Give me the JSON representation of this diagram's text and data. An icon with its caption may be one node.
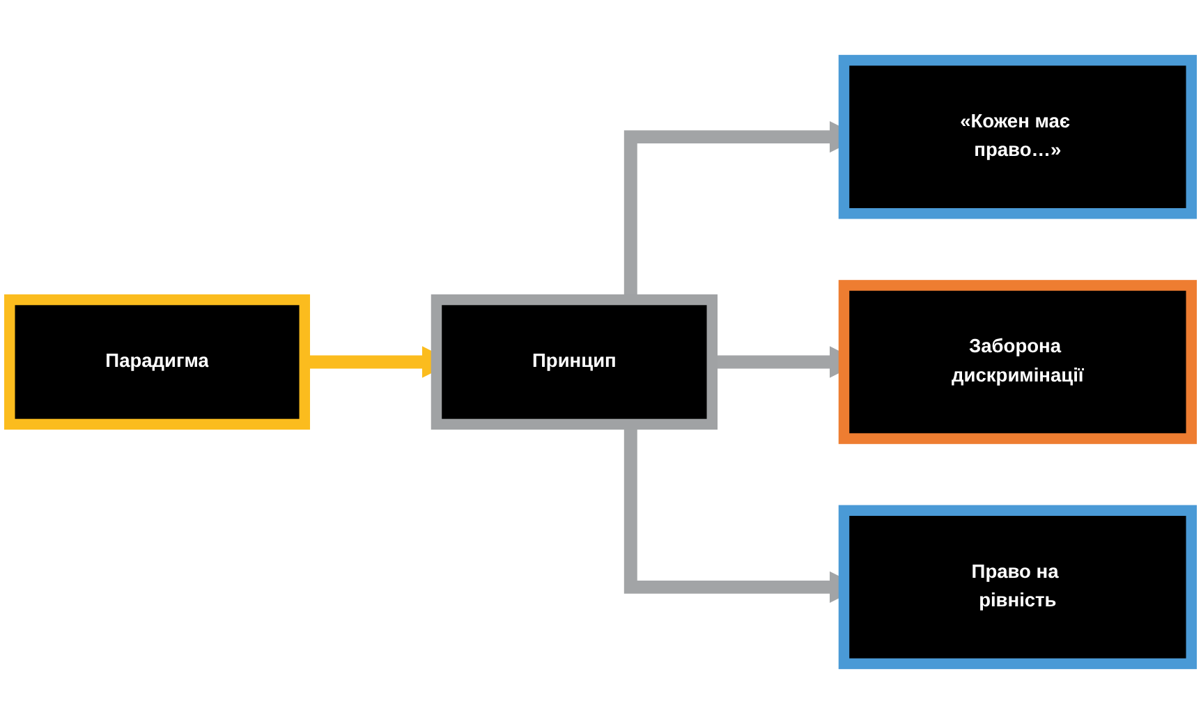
{
  "diagram": {
    "nodes": [
      {
        "text": [
          "Парадигма"
        ]
      },
      {
        "text": [
          "Принцип"
        ]
      },
      {
        "text": [
          "«Кожен має право…»"
        ]
      },
      {
        "text": [
          "Заборона дискримінації"
        ]
      },
      {
        "text": [
          "Право на рівність"
        ]
      }
    ],
    "edges": [
      {
        "from": 0,
        "to": 1,
        "arrow": "to",
        "color": "#fbbc1e"
      },
      {
        "from": 1,
        "to": 2,
        "arrow": "to"
      },
      {
        "from": 1,
        "to": 3,
        "arrow": "to"
      },
      {
        "from": 1,
        "to": 4,
        "arrow": "to"
      }
    ]
  }
}
